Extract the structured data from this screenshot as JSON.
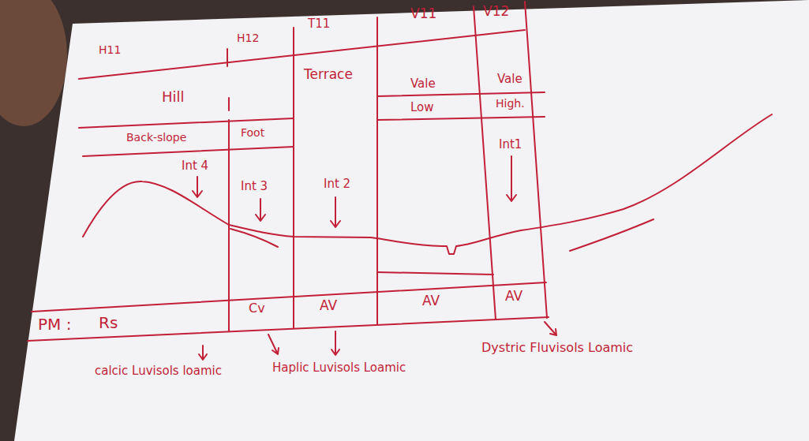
{
  "diagram": {
    "labels": [
      "H11",
      "H12",
      "T11",
      "V11",
      "V12",
      "Hill",
      "Terrace",
      "Vale",
      "Vale",
      "Low",
      "High.",
      "Back-slope",
      "Foot",
      "Int 4",
      "Int 3",
      "Int 2",
      "Int1",
      "PM :",
      "Rs",
      "Cv",
      "AV",
      "AV",
      "AV",
      "calcic Luvisols loamic",
      "Haplic Luvisols Loamic",
      "Dystric Fluvisols Loamic"
    ]
  }
}
